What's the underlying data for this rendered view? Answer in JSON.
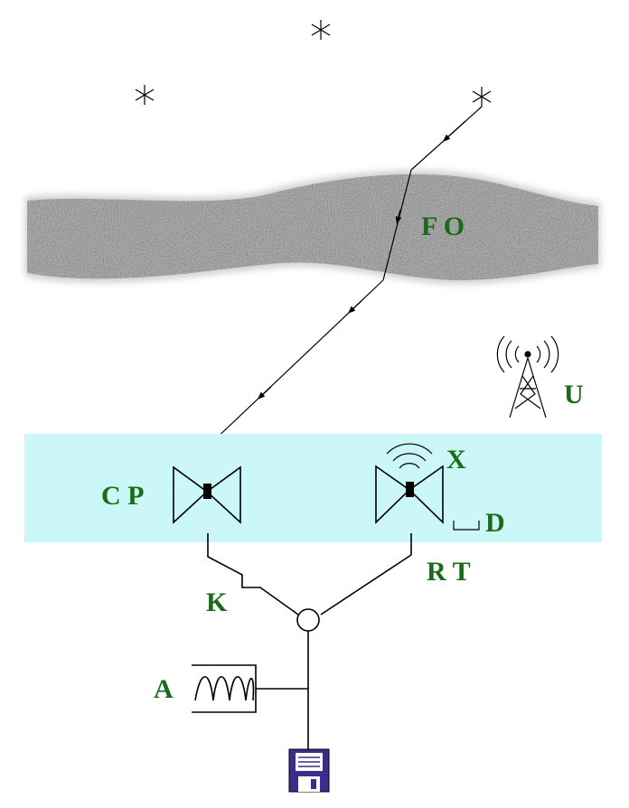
{
  "labels": {
    "atmosphere": "F O",
    "antenna_u": "U",
    "left_antenna": "C P",
    "right_antenna_x": "X",
    "right_antenna_d": "D",
    "cable_left": "K",
    "cable_right": "R T",
    "amplifier": "A"
  },
  "colors": {
    "label": "#1a6b1a",
    "ground_band": "#ccf7f8",
    "cloud": "#c8c8c8",
    "recorder": "#3a2d8c"
  },
  "icons": {
    "star": "asterisk-star-icon",
    "tower": "radio-tower-icon",
    "horn": "horn-antenna-icon",
    "coil": "coil-amplifier-icon",
    "recorder": "floppy-disk-icon"
  }
}
